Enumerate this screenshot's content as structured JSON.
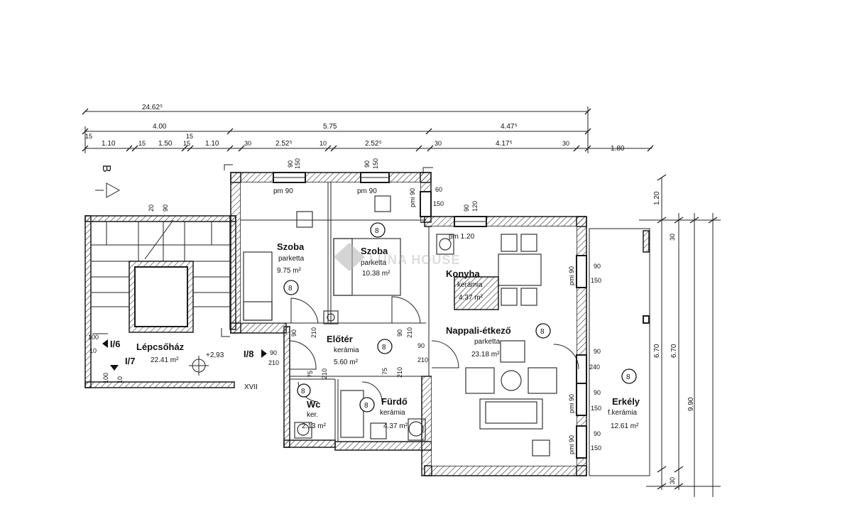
{
  "watermark": "LUNA HOUSE",
  "overall_dimensions": {
    "total": "24.62⁵",
    "segments_row2": [
      "4.00",
      "5.75",
      "4.47⁵"
    ],
    "segments_row3": [
      "1.10",
      "15",
      "1.50",
      "15",
      "1.10",
      "30",
      "2.52⁵",
      "10",
      "2.52⁵",
      "30",
      "4.17⁵",
      "30",
      "1.80"
    ],
    "row2_small": [
      "15",
      "15"
    ],
    "right_vertical": [
      "1.20",
      "30",
      "6.70",
      "6.70",
      "9.90",
      "30"
    ]
  },
  "section_marker": "B",
  "rooms": [
    {
      "id": "szoba1",
      "name": "Szoba",
      "floor": "parketta",
      "area": "9.75 m²",
      "num": "8"
    },
    {
      "id": "szoba2",
      "name": "Szoba",
      "floor": "parketta",
      "area": "10.38 m²",
      "num": "8"
    },
    {
      "id": "konyha",
      "name": "Konyha",
      "floor": "kerámia",
      "area": "4.37 m²"
    },
    {
      "id": "nappali",
      "name": "Nappali-étkező",
      "floor": "parketta",
      "area": "23.18 m²",
      "num": "8"
    },
    {
      "id": "eloter",
      "name": "Előtér",
      "floor": "kerámia",
      "area": "5.60 m²",
      "num": "8"
    },
    {
      "id": "wc",
      "name": "Wc",
      "floor": "ker.",
      "area": "2.13 m²",
      "num": "8"
    },
    {
      "id": "furdo",
      "name": "Fürdő",
      "floor": "kerámia",
      "area": "4.37 m²",
      "num": "8"
    },
    {
      "id": "erkely",
      "name": "Erkély",
      "floor": "f.kerámia",
      "area": "12.61 m²",
      "num": "8"
    },
    {
      "id": "lepcsohaz",
      "name": "Lépcsőház",
      "floor": "",
      "area": "22.41 m²"
    }
  ],
  "labels": {
    "level": "+2,93",
    "door_16": "I/6",
    "door_17": "I/7",
    "door_18": "I/8",
    "pm90": "pm 90",
    "pm120": "pm 1.20",
    "pmi90": "pmi 90",
    "v90": "90",
    "v150": "150",
    "v120": "120",
    "v60": "60",
    "v210": "210",
    "v240": "240",
    "v100": "100",
    "v10": "10",
    "v20": "20",
    "v75": "75",
    "xvii": "XVII"
  }
}
